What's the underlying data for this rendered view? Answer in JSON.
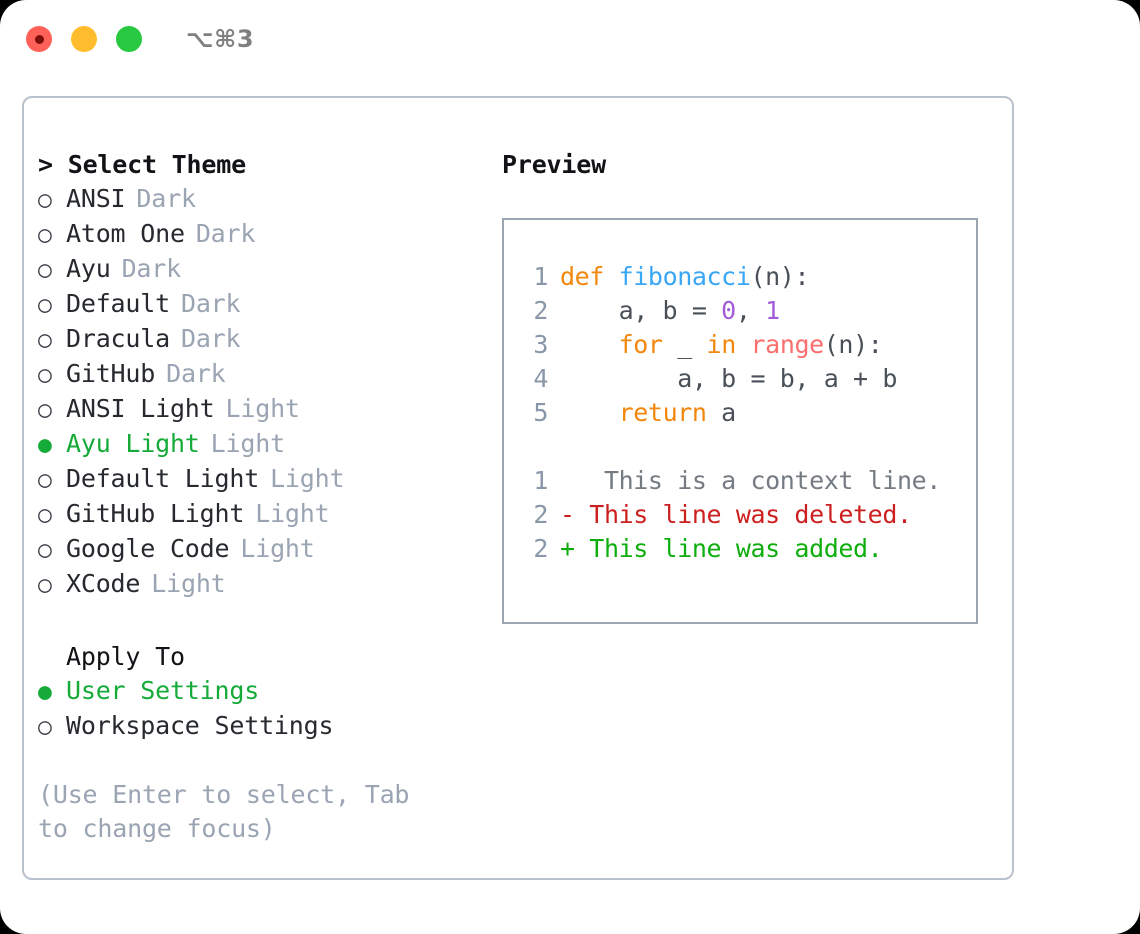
{
  "titlebar": {
    "shortcut": "⌥⌘3",
    "buttons": {
      "close": "close",
      "minimize": "minimize",
      "maximize": "maximize"
    }
  },
  "left": {
    "heading_caret": ">",
    "heading": "Select Theme",
    "marker_unselected": "○",
    "marker_selected": "●",
    "themes": [
      {
        "name": "ANSI",
        "tag": "Dark",
        "selected": false
      },
      {
        "name": "Atom One",
        "tag": "Dark",
        "selected": false
      },
      {
        "name": "Ayu",
        "tag": "Dark",
        "selected": false
      },
      {
        "name": "Default",
        "tag": "Dark",
        "selected": false
      },
      {
        "name": "Dracula",
        "tag": "Dark",
        "selected": false
      },
      {
        "name": "GitHub",
        "tag": "Dark",
        "selected": false
      },
      {
        "name": "ANSI Light",
        "tag": "Light",
        "selected": false
      },
      {
        "name": "Ayu Light",
        "tag": "Light",
        "selected": true
      },
      {
        "name": "Default Light",
        "tag": "Light",
        "selected": false
      },
      {
        "name": "GitHub Light",
        "tag": "Light",
        "selected": false
      },
      {
        "name": "Google Code",
        "tag": "Light",
        "selected": false
      },
      {
        "name": "XCode",
        "tag": "Light",
        "selected": false
      }
    ],
    "apply_to_heading": "Apply To",
    "apply_to": [
      {
        "name": "User Settings",
        "selected": true
      },
      {
        "name": "Workspace Settings",
        "selected": false
      }
    ],
    "hint": "(Use Enter to select, Tab to change focus)"
  },
  "right": {
    "preview_title": "Preview",
    "code_lines": [
      {
        "n": "1",
        "tokens": [
          {
            "t": "def ",
            "c": "kw"
          },
          {
            "t": "fibonacci",
            "c": "fn"
          },
          {
            "t": "(n):",
            "c": "pl"
          }
        ]
      },
      {
        "n": "2",
        "tokens": [
          {
            "t": "    a, b = ",
            "c": "pl"
          },
          {
            "t": "0",
            "c": "num"
          },
          {
            "t": ", ",
            "c": "pl"
          },
          {
            "t": "1",
            "c": "num"
          }
        ]
      },
      {
        "n": "3",
        "tokens": [
          {
            "t": "    ",
            "c": "pl"
          },
          {
            "t": "for",
            "c": "kw"
          },
          {
            "t": " _ ",
            "c": "pl"
          },
          {
            "t": "in",
            "c": "kw"
          },
          {
            "t": " ",
            "c": "pl"
          },
          {
            "t": "range",
            "c": "bi"
          },
          {
            "t": "(n):",
            "c": "pl"
          }
        ]
      },
      {
        "n": "4",
        "tokens": [
          {
            "t": "        a, b = b, a + b",
            "c": "pl"
          }
        ]
      },
      {
        "n": "5",
        "tokens": [
          {
            "t": "    ",
            "c": "pl"
          },
          {
            "t": "return",
            "c": "kw"
          },
          {
            "t": " a",
            "c": "pl"
          }
        ]
      }
    ],
    "diff_lines": [
      {
        "n": "1",
        "sign": " ",
        "text": "  This is a context line.",
        "kind": "ctx"
      },
      {
        "n": "2",
        "sign": "-",
        "text": " This line was deleted.",
        "kind": "del"
      },
      {
        "n": "2",
        "sign": "+",
        "text": " This line was added.",
        "kind": "add"
      }
    ]
  },
  "colors": {
    "accent_green": "#16ab39",
    "muted": "#9aa4b2",
    "border": "#b8c1cc",
    "preview_border": "#9aa5b1",
    "keyword": "#f2870d",
    "function": "#39a7f5",
    "number": "#a35cd8",
    "builtin": "#fa6e6e",
    "diff_delete": "#cc1f1f",
    "diff_add": "#0fae0f",
    "traffic_red": "#ff6159",
    "traffic_yellow": "#ffbd2e",
    "traffic_green": "#28c840"
  }
}
